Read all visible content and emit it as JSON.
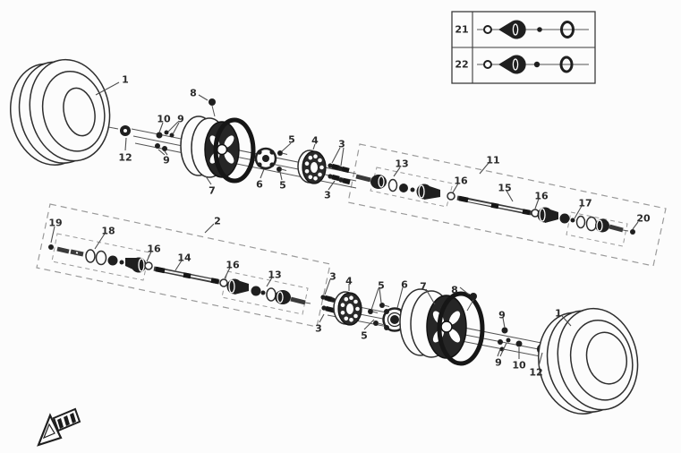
{
  "diagram": {
    "type": "exploded-parts-diagram",
    "background": "#fcfcfc",
    "line_color": "#2e2e2e",
    "dash_color": "#9a9a9a",
    "part_numbers": {
      "p1": "1",
      "p2": "2",
      "p3": "3",
      "p4": "4",
      "p5": "5",
      "p6": "6",
      "p7": "7",
      "p8": "8",
      "p9": "9",
      "p10": "10",
      "p11": "11",
      "p12": "12",
      "p13": "13",
      "p14": "14",
      "p15": "15",
      "p16": "16",
      "p17": "17",
      "p18": "18",
      "p19": "19",
      "p20": "20"
    },
    "legend": {
      "rows": [
        {
          "part_ref": "21",
          "icons": [
            "small-clamp-ring-icon",
            "cv-boot-icon",
            "small-clamp-icon",
            "large-clamp-ring-icon"
          ]
        },
        {
          "part_ref": "22",
          "icons": [
            "small-clamp-ring-icon",
            "cv-boot-icon",
            "small-clamp-icon",
            "large-clamp-ring-icon"
          ]
        }
      ]
    },
    "markers": {
      "front_arrow": "front-direction-arrow-icon"
    }
  }
}
